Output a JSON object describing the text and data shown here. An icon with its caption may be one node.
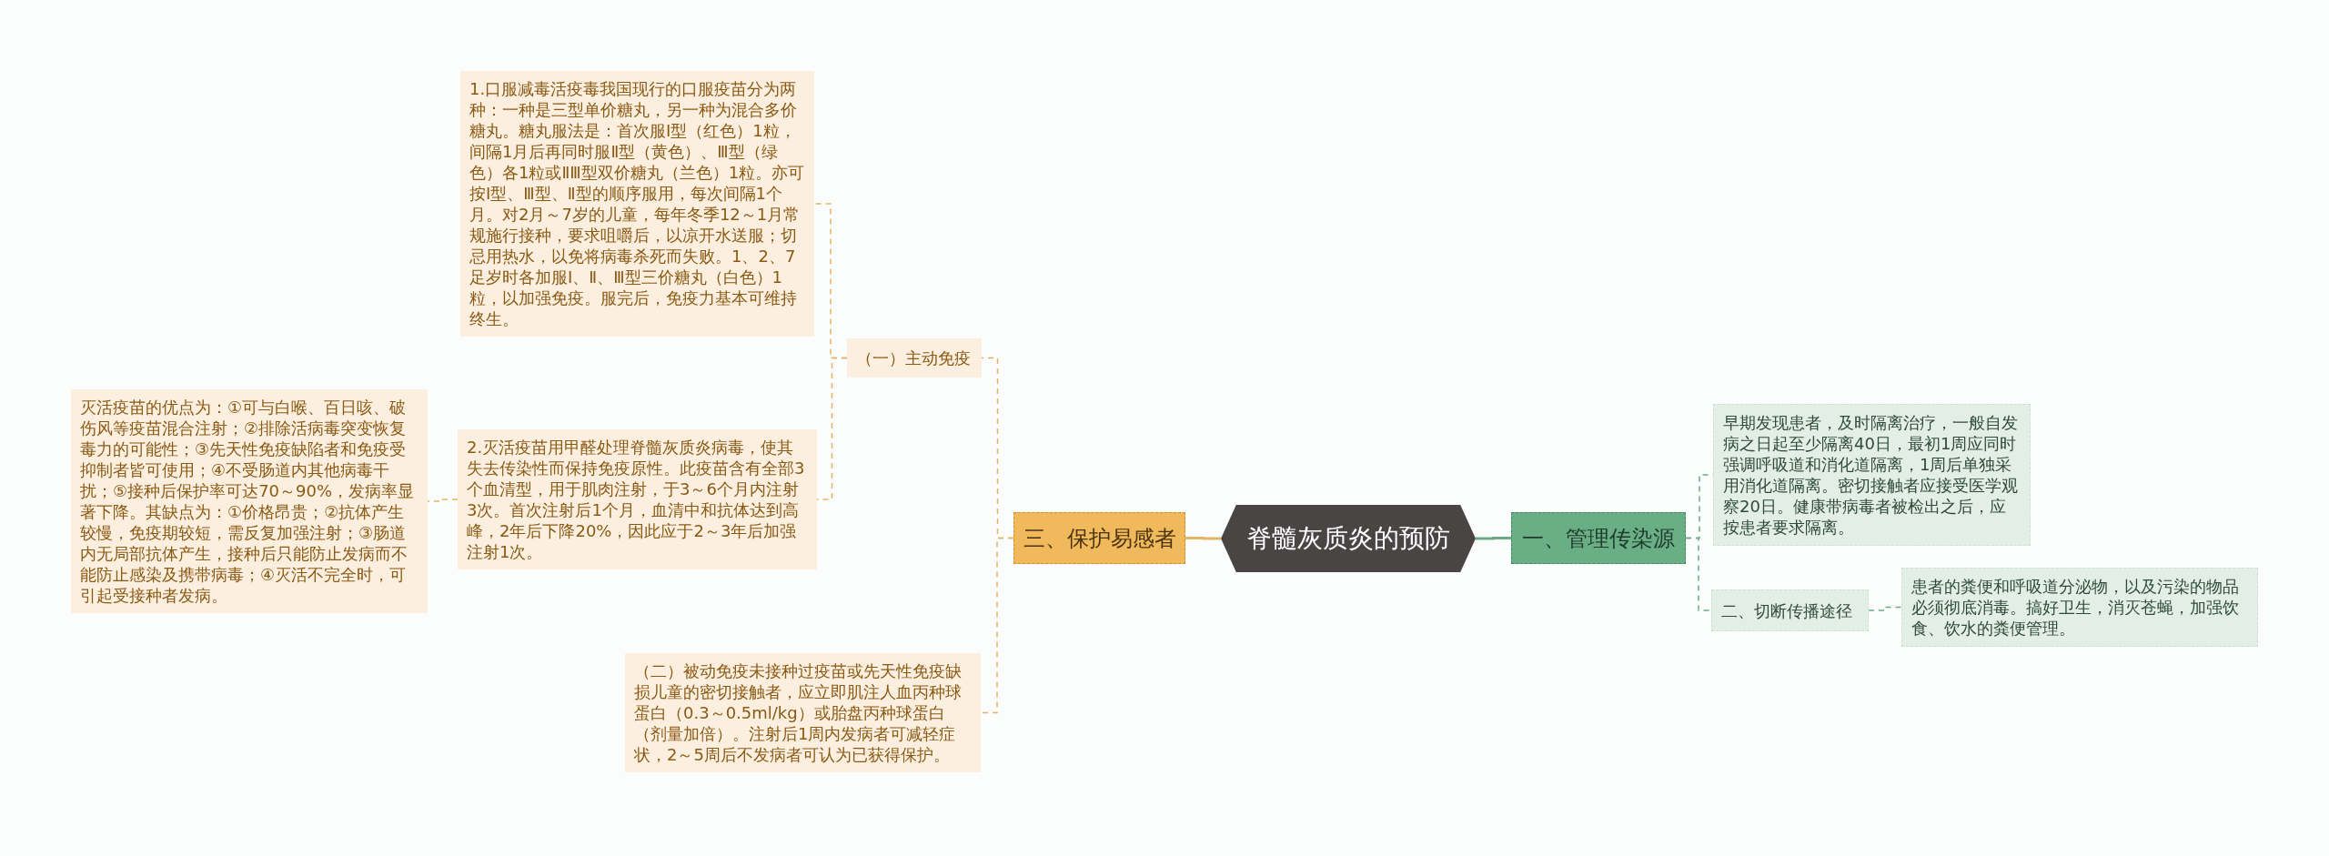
{
  "diagram": {
    "nodes": [
      {
        "text": [
          "脊髓灰质炎的预防"
        ]
      },
      {
        "text": [
          "三、保护易感者"
        ]
      },
      {
        "text": [
          "（一）主动免疫"
        ]
      },
      {
        "text": [
          "1.口服减毒活疫毒我国现行的口服疫苗分为两种：一种是三型单价糖丸，另一种为混合多价糖丸。糖丸服法是：首次服Ⅰ型（红色）1粒，间隔1月后再同时服Ⅱ型（黄色）、Ⅲ型（绿色）各1粒或ⅡⅢ型双价糖丸（兰色）1粒。亦可按Ⅰ型、Ⅲ型、Ⅱ型的顺序服用，每次间隔1个月。对2月～7岁的儿童，每年冬季12～1月常规施行接种，要求咀嚼后，以凉开水送服；切忌用热水，以免将病毒杀死而失败。1、2、7足岁时各加服Ⅰ、Ⅱ、Ⅲ型三价糖丸（白色）1粒，以加强免疫。服完后，免疫力基本可维持终生。"
        ]
      },
      {
        "text": [
          "2.灭活疫苗用甲醛处理脊髓灰质炎病毒，使其失去传染性而保持免疫原性。此疫苗含有全部3个血清型，用于肌肉注射，于3～6个月内注射3次。首次注射后1个月，血清中和抗体达到高峰，2年后下降20%，因此应于2～3年后加强注射1次。"
        ]
      },
      {
        "text": [
          "灭活疫苗的优点为：①可与白喉、百日咳、破伤风等疫苗混合注射；②排除活病毒突变恢复毒力的可能性；③先天性免疫缺陷者和免疫受抑制者皆可使用；④不受肠道内其他病毒干扰；⑤接种后保护率可达70～90%，发病率显著下降。其缺点为：①价格昂贵；②抗体产生较慢，免疫期较短，需反复加强注射；③肠道内无局部抗体产生，接种后只能防止发病而不能防止感染及携带病毒；④灭活不完全时，可引起受接种者发病。"
        ]
      },
      {
        "text": [
          "（二）被动免疫未接种过疫苗或先天性免疫缺损儿童的密切接触者，应立即肌注人血丙种球蛋白（0.3～0.5ml/kg）或胎盘丙种球蛋白（剂量加倍）。注射后1周内发病者可减轻症状，2～5周后不发病者可认为已获得保护。"
        ]
      },
      {
        "text": [
          "一、管理传染源"
        ]
      },
      {
        "text": [
          "早期发现患者，及时隔离治疗，一般自发病之日起至少隔离40日，最初1周应同时强调呼吸道和消化道隔离，1周后单独采用消化道隔离。密切接触者应接受医学观察20日。健康带病毒者被检出之后，应按患者要求隔离。"
        ]
      },
      {
        "text": [
          "二、切断传播途径"
        ]
      },
      {
        "text": [
          "患者的粪便和呼吸道分泌物，以及污染的物品必须彻底消毒。搞好卫生，消灭苍蝇，加强饮食、饮水的粪便管理。"
        ]
      }
    ],
    "edges": [
      {
        "from": 0,
        "to": 1,
        "arrow": "none"
      },
      {
        "from": 1,
        "to": 2,
        "arrow": "none",
        "style": "dashed"
      },
      {
        "from": 2,
        "to": 3,
        "arrow": "none",
        "style": "dashed"
      },
      {
        "from": 2,
        "to": 4,
        "arrow": "none",
        "style": "dashed"
      },
      {
        "from": 4,
        "to": 5,
        "arrow": "none",
        "style": "dashed"
      },
      {
        "from": 1,
        "to": 6,
        "arrow": "none",
        "style": "dashed"
      },
      {
        "from": 0,
        "to": 7,
        "arrow": "none",
        "color": "#6aaa84"
      },
      {
        "from": 7,
        "to": 8,
        "arrow": "none",
        "style": "dashed",
        "color": "#6aaa84"
      },
      {
        "from": 7,
        "to": 9,
        "arrow": "none",
        "style": "dashed",
        "color": "#6aaa84"
      },
      {
        "from": 9,
        "to": 10,
        "arrow": "none",
        "style": "dashed",
        "color": "#6aaa84"
      }
    ]
  }
}
